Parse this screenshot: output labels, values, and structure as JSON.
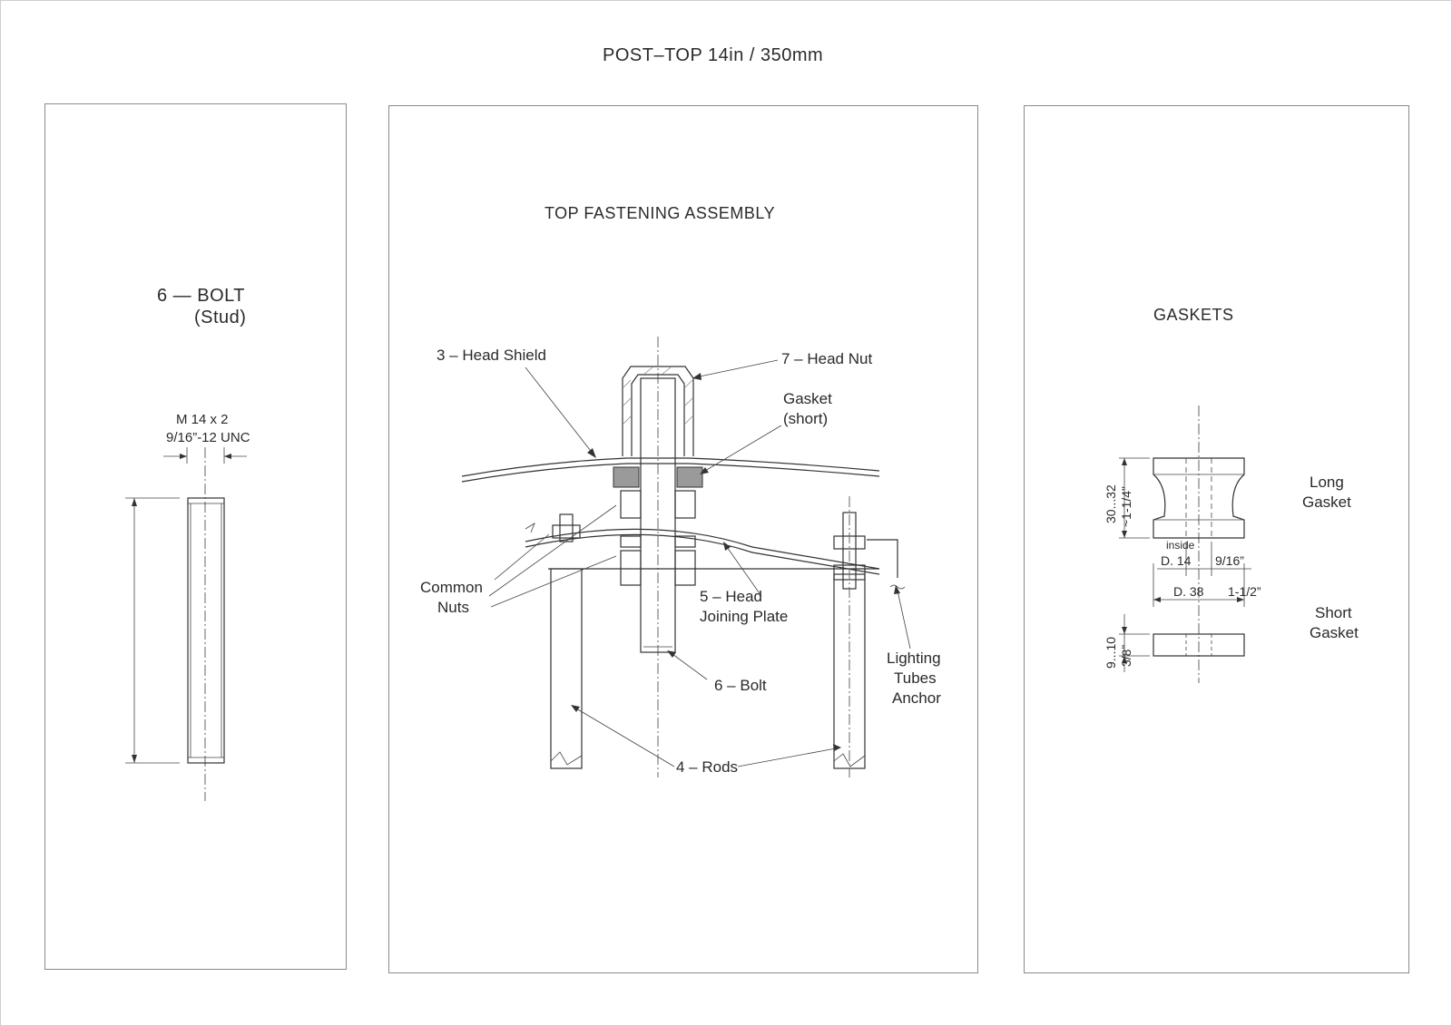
{
  "page": {
    "title": "POST–TOP  14in / 350mm"
  },
  "left_panel": {
    "title_line1": "6 — BOLT",
    "title_line2": "(Stud)",
    "dim_metric": "M 14 x 2",
    "dim_imperial": "9/16”-12 UNC"
  },
  "mid_panel": {
    "title": "TOP  FASTENING  ASSEMBLY",
    "labels": {
      "head_shield": "3 – Head Shield",
      "head_nut": "7 – Head Nut",
      "gasket_1": "Gasket",
      "gasket_2": "(short)",
      "common_1": "Common",
      "common_2": "Nuts",
      "joining_1": "5 – Head",
      "joining_2": "Joining Plate",
      "bolt": "6 – Bolt",
      "lighting_1": "Lighting",
      "lighting_2": "Tubes",
      "lighting_3": "Anchor",
      "rods": "4 – Rods"
    }
  },
  "right_panel": {
    "title": "GASKETS",
    "long_1": "Long",
    "long_2": "Gasket",
    "short_1": "Short",
    "short_2": "Gasket",
    "long_height_mm": "30...32",
    "long_height_in": "~1-1/4”",
    "inside": "inside",
    "inner_d": "D. 14",
    "inner_in": "9/16”",
    "outer_d": "D. 38",
    "outer_in": "1-1/2”",
    "short_height_mm": "9...10",
    "short_height_in": "3/8”"
  }
}
